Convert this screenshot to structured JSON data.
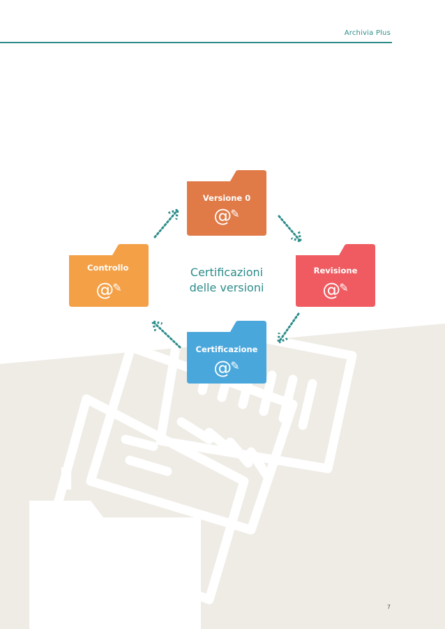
{
  "header": {
    "title": "Archivia Plus"
  },
  "diagram": {
    "center_title_line1": "Certificazioni",
    "center_title_line2": "delle versioni",
    "nodes": [
      {
        "id": "versione0",
        "label": "Versione 0",
        "symbol": "@",
        "icon": "pencil-icon",
        "color": "#e07a47"
      },
      {
        "id": "revisione",
        "label": "Revisione",
        "symbol": "@",
        "icon": "pencil-icon",
        "color": "#ef5b60"
      },
      {
        "id": "certificazione",
        "label": "Certificazione",
        "symbol": "@",
        "icon": "pencil-icon",
        "color": "#4aa7dc"
      },
      {
        "id": "controllo",
        "label": "Controllo",
        "symbol": "@",
        "icon": "pencil-icon",
        "color": "#f4a046"
      }
    ],
    "arrow_color": "#2c8c8a"
  },
  "footer": {
    "page_number": "7"
  },
  "colors": {
    "accent": "#2c8c8a",
    "background_art": "#efece6"
  }
}
